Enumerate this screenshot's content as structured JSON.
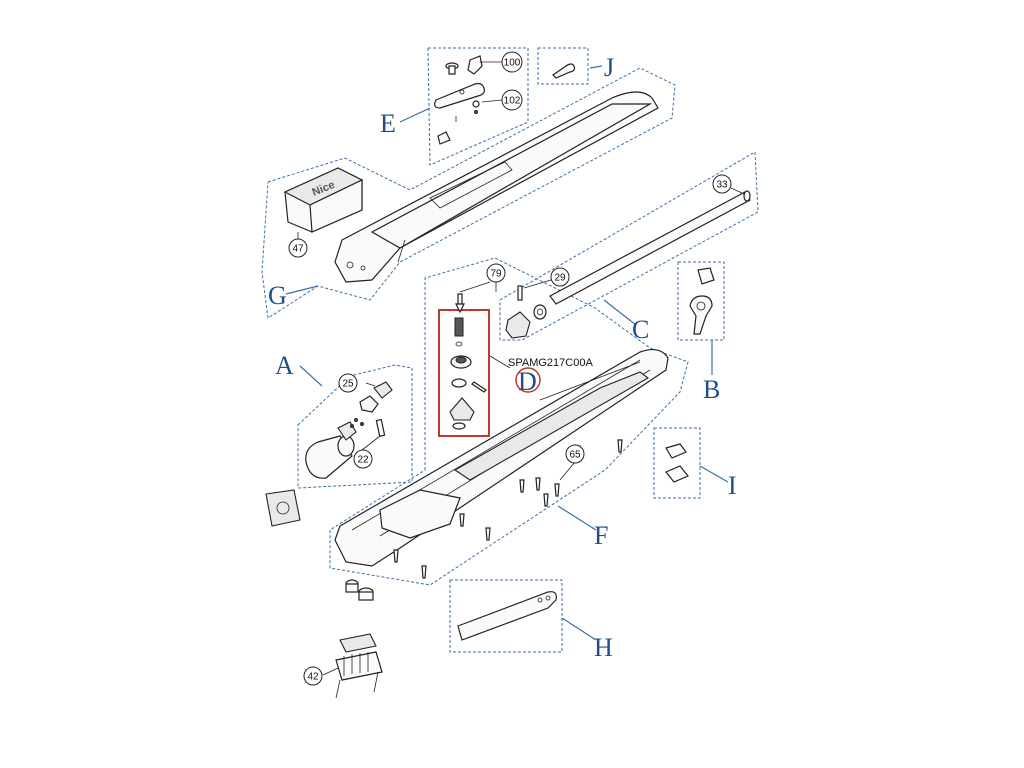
{
  "groups": {
    "A": "A",
    "B": "B",
    "C": "C",
    "D": "D",
    "E": "E",
    "F": "F",
    "G": "G",
    "H": "H",
    "I": "I",
    "J": "J"
  },
  "callouts": {
    "c100": "100",
    "c102": "102",
    "c47": "47",
    "c33": "33",
    "c79": "79",
    "c29": "29",
    "c25": "25",
    "c22": "22",
    "c65": "65",
    "c42": "42"
  },
  "part_number": "SPAMG217C00A",
  "brand": "Nice",
  "colors": {
    "group_label": "#1f4e8c",
    "dashed_outline": "#3d6fa8",
    "highlight_box": "#c0392b"
  }
}
